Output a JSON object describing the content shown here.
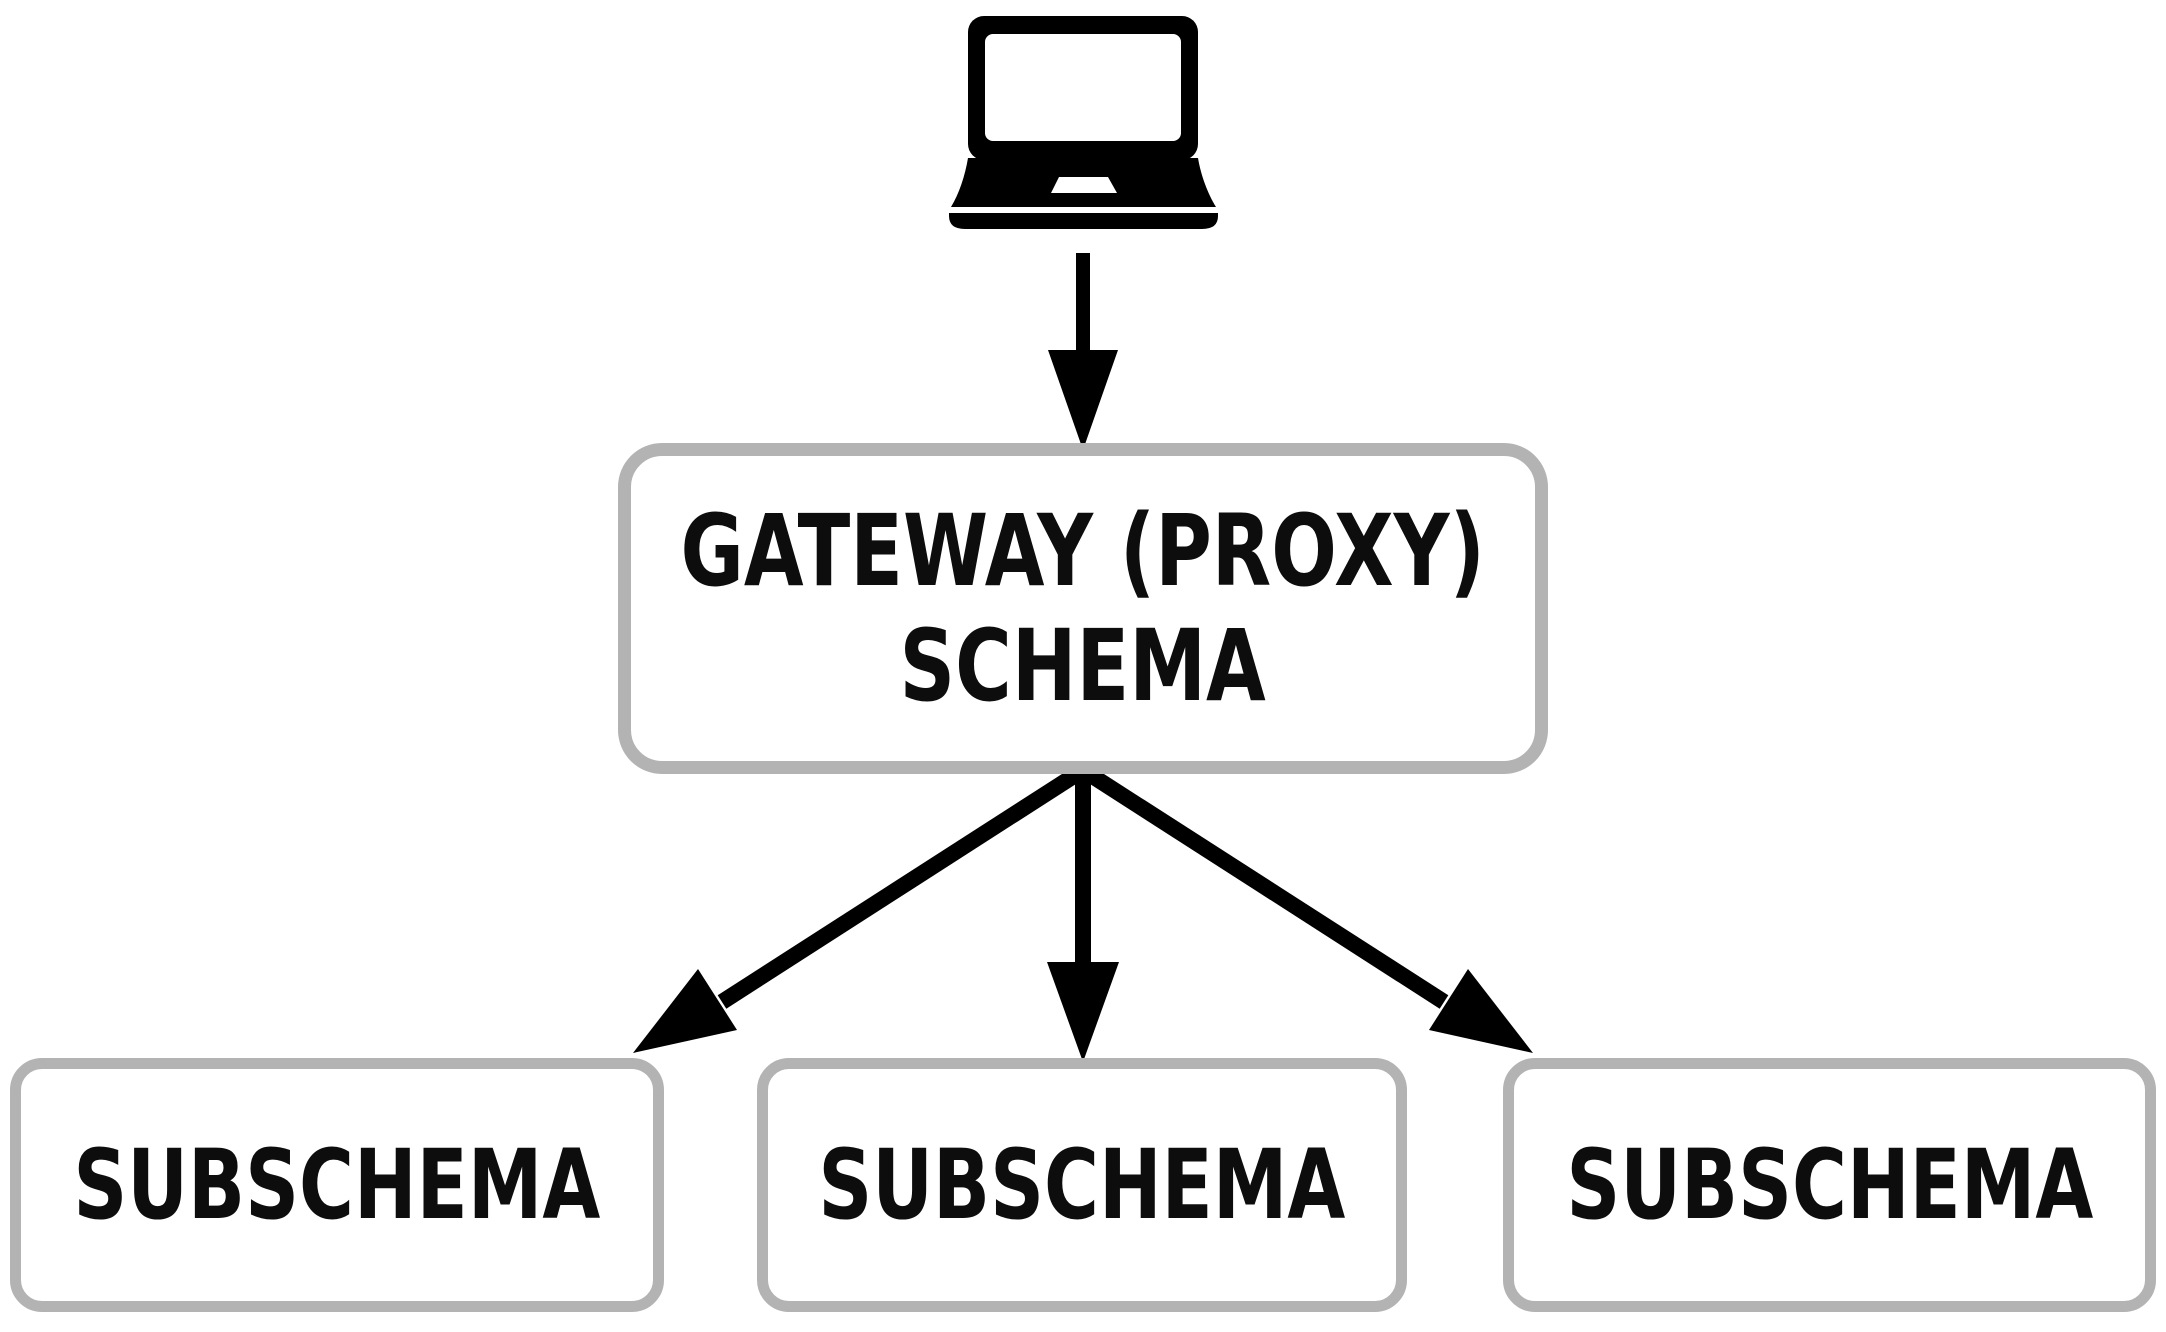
{
  "diagram": {
    "client": {
      "icon": "laptop-icon"
    },
    "gateway": {
      "label_line1": "GATEWAY (PROXY)",
      "label_line2": "SCHEMA"
    },
    "subschemas": [
      {
        "label": "SUBSCHEMA"
      },
      {
        "label": "SUBSCHEMA"
      },
      {
        "label": "SUBSCHEMA"
      }
    ],
    "edges": [
      {
        "from": "client",
        "to": "gateway-schema"
      },
      {
        "from": "gateway-schema",
        "to": "subschema-1"
      },
      {
        "from": "gateway-schema",
        "to": "subschema-2"
      },
      {
        "from": "gateway-schema",
        "to": "subschema-3"
      }
    ],
    "colors": {
      "background": "#ffffff",
      "box_border": "#b3b3b3",
      "box_fill": "#ffffff",
      "text": "#0d0d0d",
      "arrow": "#000000",
      "icon": "#000000"
    }
  }
}
